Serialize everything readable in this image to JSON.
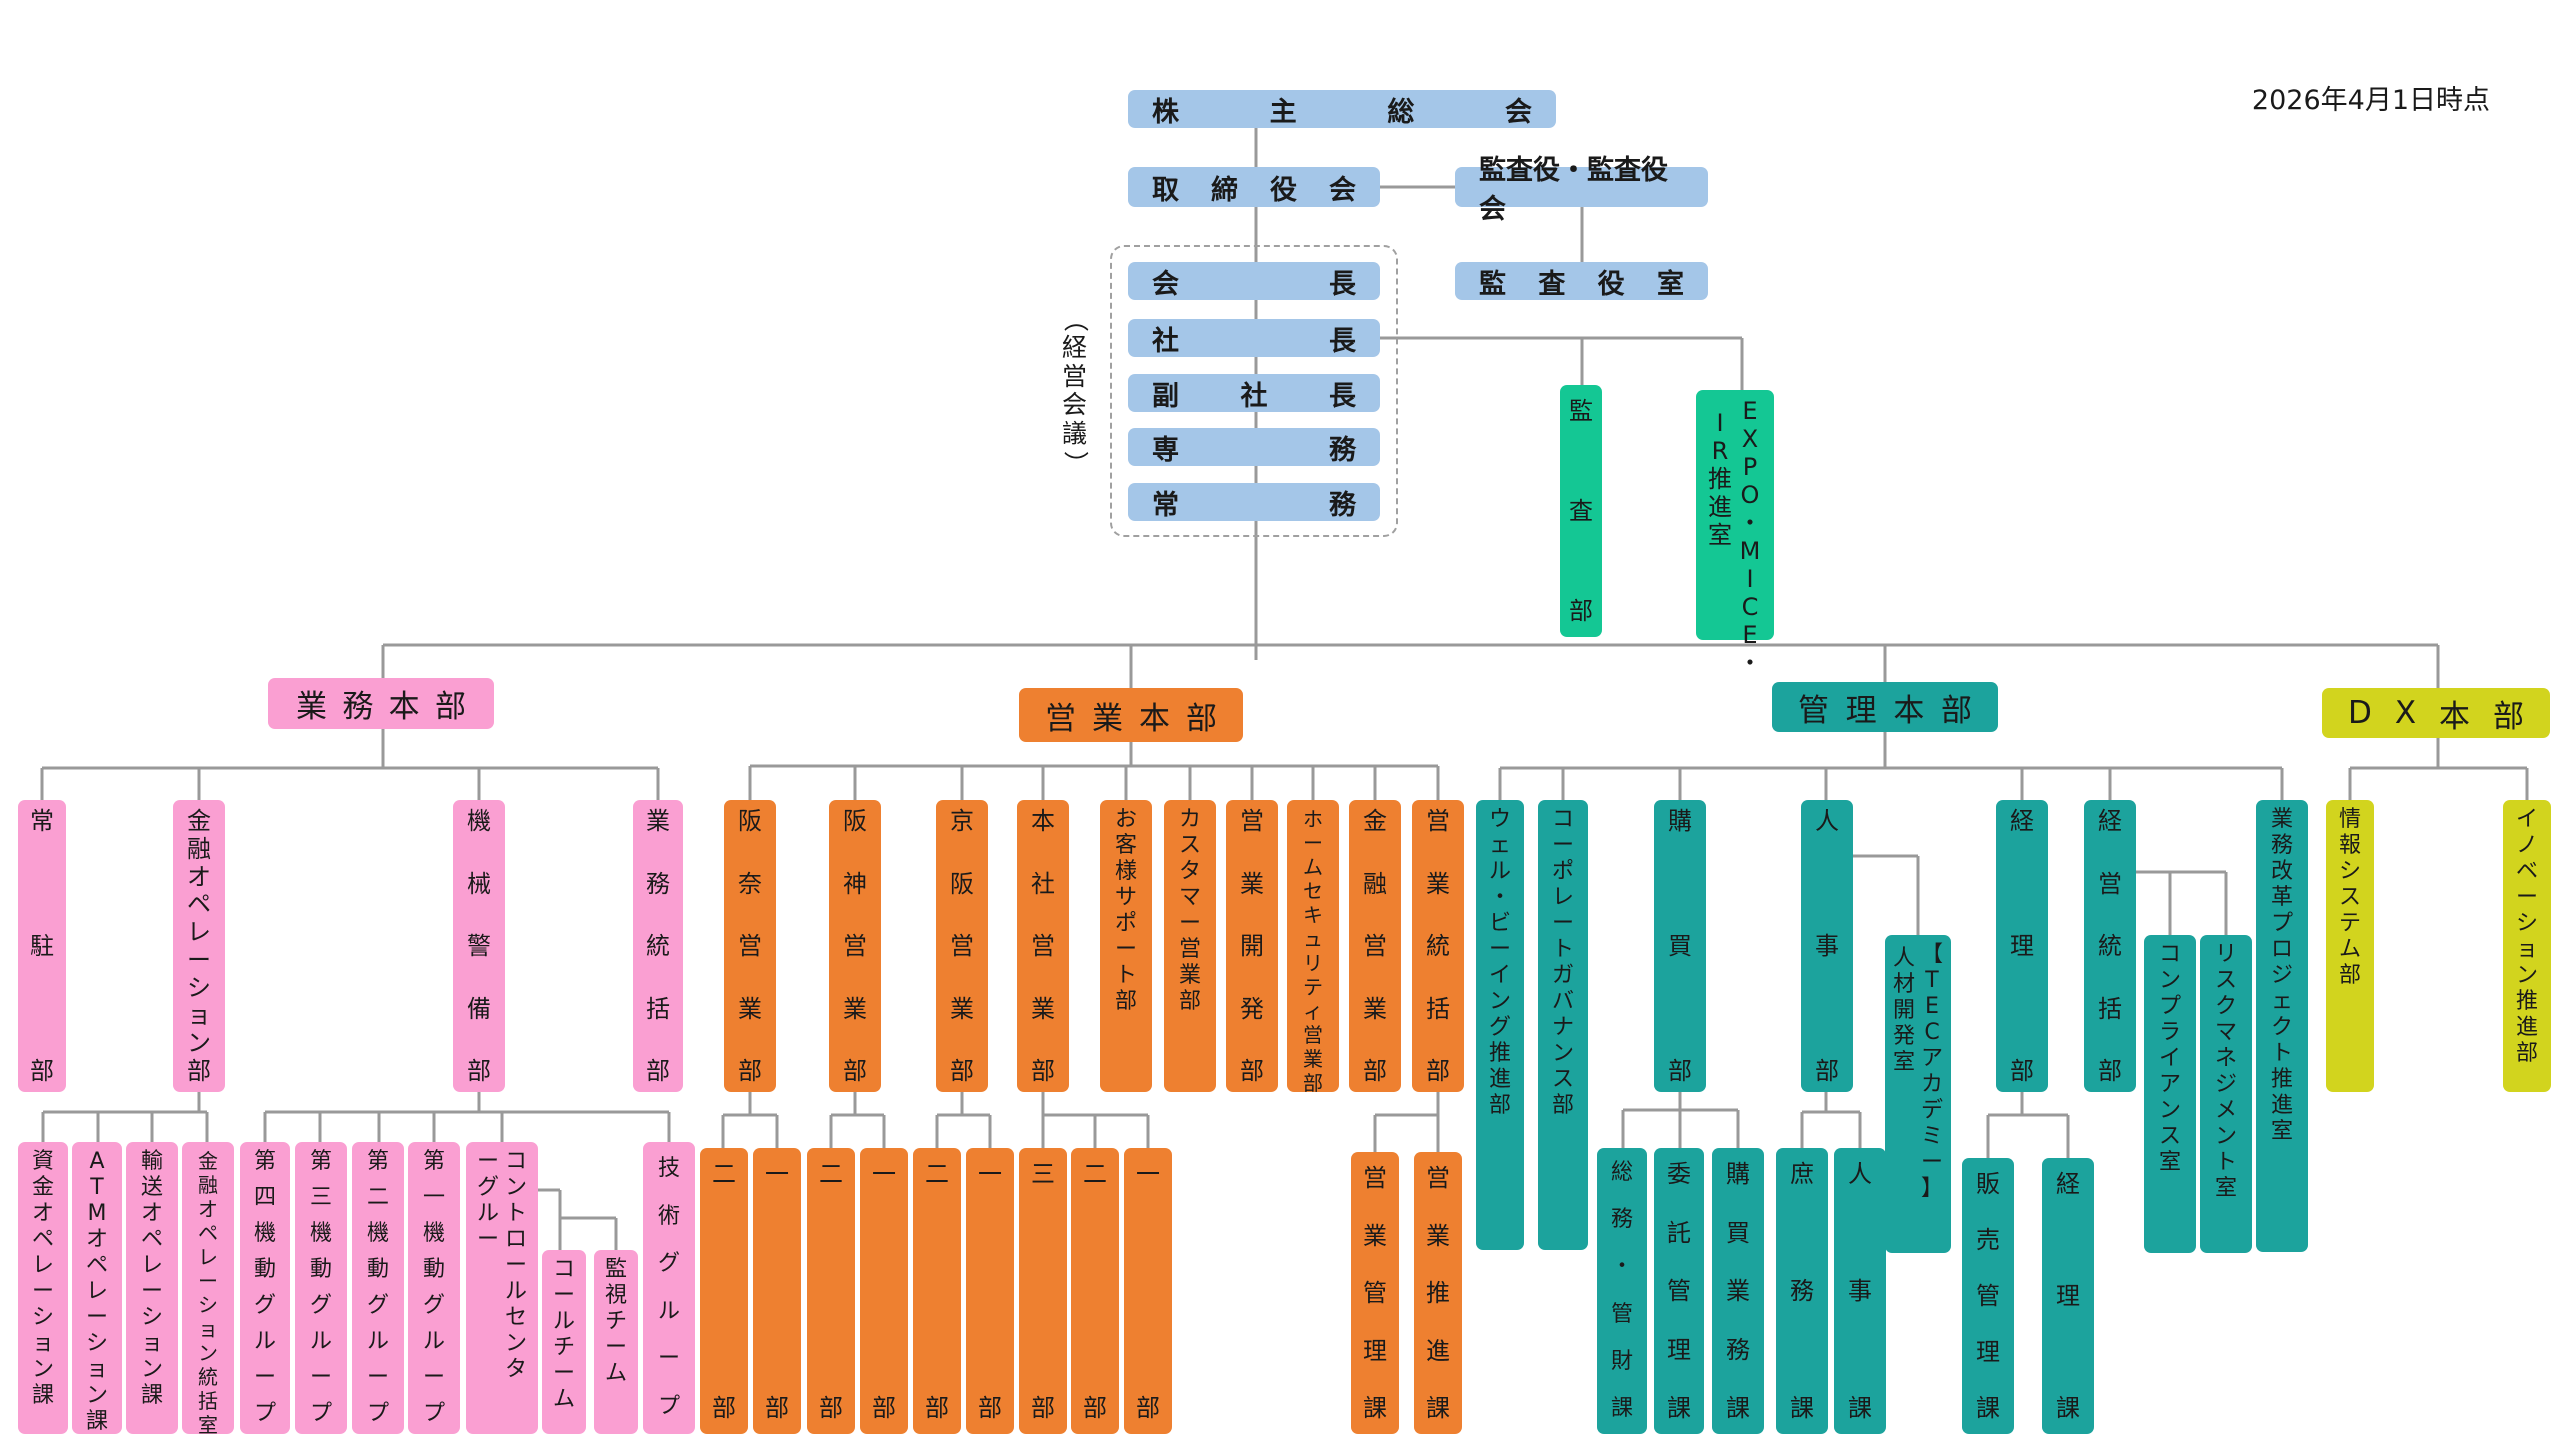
{
  "date": "2026年4月1日時点",
  "top": {
    "shareholders": "株主総会",
    "board": "取締役会",
    "auditors": "監査役・監査役会",
    "audit_office": "監査役室"
  },
  "mgmt_meeting": "（経営会議）",
  "executives": [
    "会長",
    "社長",
    "副社長",
    "専務",
    "常務"
  ],
  "side_units": [
    "監査部",
    "IR推進室",
    "EXPO・MICE・"
  ],
  "divisions": [
    {
      "name": "業務本部",
      "color": "#fa9fd2"
    },
    {
      "name": "営業本部",
      "color": "#ee8030"
    },
    {
      "name": "管理本部",
      "color": "#1ca39d"
    },
    {
      "name": "DX本部",
      "color": "#d2d41e"
    }
  ],
  "gyomu": {
    "depts": [
      "常駐部",
      "金融オペレーション部",
      "機械警備部",
      "業務統括部"
    ],
    "finance_sections": [
      "資金オペレーション課",
      "ATMオペレーション課",
      "輸送オペレーション課",
      "金融オペレーション統括室"
    ],
    "machine_groups": [
      "第四機動グループ",
      "第三機動グループ",
      "第二機動グループ",
      "第一機動グループ",
      "コントロールセンターグループ",
      "技術グループ"
    ],
    "control_teams": [
      "コールチーム",
      "監視チーム"
    ]
  },
  "eigyo": {
    "depts": [
      "阪奈営業部",
      "阪神営業部",
      "京阪営業部",
      "本社営業部",
      "お客様サポート部",
      "カスタマー営業部",
      "営業開発部",
      "ホームセキュリティ営業部",
      "金融営業部",
      "営業統括部"
    ],
    "subs": [
      "二部",
      "一部",
      "二部",
      "一部",
      "二部",
      "一部",
      "三部",
      "二部",
      "一部"
    ],
    "tokatsu_sections": [
      "営業管理課",
      "営業推進課"
    ]
  },
  "kanri": {
    "depts": [
      "ウェル・ビーイング推進部",
      "コーポレートガバナンス部",
      "購買部",
      "人事部",
      "経理部",
      "経営統括部",
      "業務改革プロジェクト推進室"
    ],
    "tec": [
      "【TECアカデミー】",
      "人材開発室"
    ],
    "kobai_sections": [
      "総務・管財課",
      "委託管理課",
      "購買業務課"
    ],
    "jinji_sections": [
      "庶務課",
      "人事課"
    ],
    "keiri_sections": [
      "販売管理課",
      "経理課"
    ],
    "keiei_rooms": [
      "コンプライアンス室",
      "リスクマネジメント室"
    ]
  },
  "dx": {
    "depts": [
      "情報システム部",
      "イノベーション推進部"
    ]
  }
}
